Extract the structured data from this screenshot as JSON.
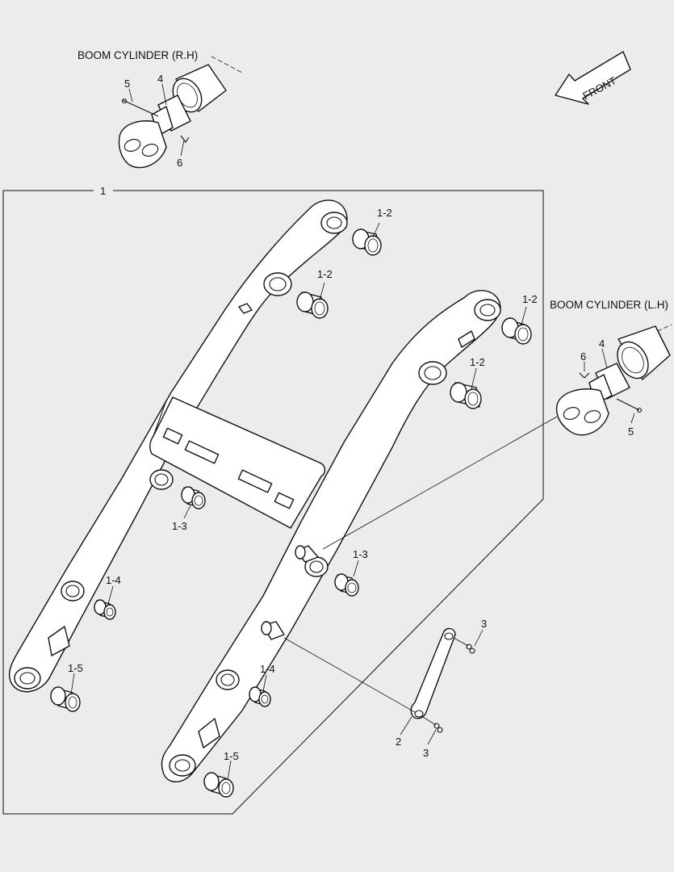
{
  "callouts": {
    "rh_title": "BOOM CYLINDER (R.H)",
    "lh_title": "BOOM CYLINDER (L.H)",
    "front": "FRONT",
    "assembly": "1",
    "rh_4": "4",
    "rh_5": "5",
    "rh_6": "6",
    "lh_4": "4",
    "lh_5": "5",
    "lh_6": "6",
    "top_a": "1-2",
    "top_b": "1-2",
    "top_c": "1-2",
    "top_d": "1-2",
    "mid_a": "1-3",
    "mid_b": "1-3",
    "low_a": "1-4",
    "low_b": "1-4",
    "end_a": "1-5",
    "end_b": "1-5",
    "link": "2",
    "pin_a": "3",
    "pin_b": "3"
  }
}
